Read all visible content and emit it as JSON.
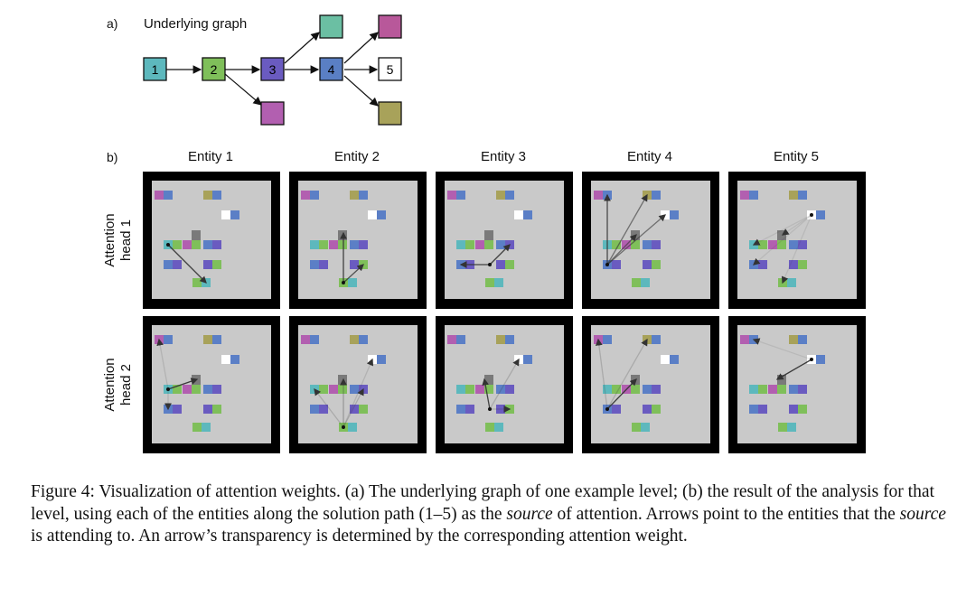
{
  "part_a": {
    "label": "a)",
    "title": "Underlying graph",
    "nodes": [
      {
        "id": "n1",
        "label": "1",
        "color": "#5db8bd"
      },
      {
        "id": "n2",
        "label": "2",
        "color": "#7fbf5a"
      },
      {
        "id": "n3",
        "label": "3",
        "color": "#6a5bc0"
      },
      {
        "id": "n4",
        "label": "4",
        "color": "#5a7fc4"
      },
      {
        "id": "n5",
        "label": "5",
        "color": "#ffffff"
      },
      {
        "id": "teal-top",
        "label": "",
        "color": "#6bbfa3"
      },
      {
        "id": "magenta-bottom",
        "label": "",
        "color": "#b25fb0"
      },
      {
        "id": "magenta-top",
        "label": "",
        "color": "#b8589a"
      },
      {
        "id": "olive-bottom",
        "label": "",
        "color": "#a8a25a"
      }
    ]
  },
  "part_b": {
    "label": "b)",
    "columns": [
      "Entity 1",
      "Entity 2",
      "Entity 3",
      "Entity 4",
      "Entity 5"
    ],
    "rows": [
      "Attention head 1",
      "Attention head 2"
    ],
    "row_lines": [
      [
        "Attention",
        "head 1"
      ],
      [
        "Attention",
        "head 2"
      ]
    ]
  },
  "colors": {
    "panel_border": "#000000",
    "panel_bg": "#c9c9c9",
    "blue": "#5b7fc6",
    "teal": "#5db8bd",
    "green": "#7fbf5a",
    "purple": "#6a5bc0",
    "magenta": "#b25fb0",
    "olive": "#a8a25a",
    "gray": "#7a7a7a",
    "white": "#ffffff"
  },
  "caption": {
    "part1": "Figure 4: Visualization of attention weights. (a) The underlying graph of one example level; (b) the result of the analysis for that level, using each of the entities along the solution path (1–5) as the ",
    "source1": "source",
    "part2": " of attention. Arrows point to the entities that the ",
    "source2": "source",
    "part3": " is attending to. An arrow’s transparency is determined by the corresponding attention weight."
  }
}
